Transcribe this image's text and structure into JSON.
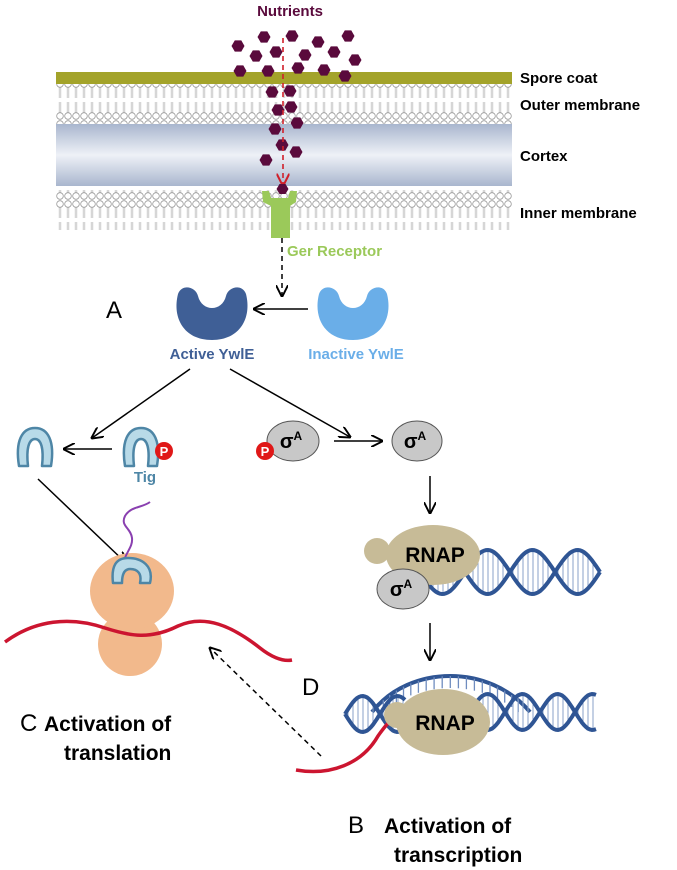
{
  "top": {
    "nutrients": "Nutrients",
    "layers": {
      "spore_coat": "Spore coat",
      "outer_membrane": "Outer membrane",
      "cortex": "Cortex",
      "inner_membrane": "Inner membrane"
    },
    "receptor": "Ger Receptor"
  },
  "kinase": {
    "panel_letter": "A",
    "active": "Active YwlE",
    "inactive": "Inactive YwlE"
  },
  "translation": {
    "tig": "Tig",
    "phospho": "P",
    "panel_letter": "C",
    "label_line1": "Activation of",
    "label_line2": "translation"
  },
  "transcription": {
    "sigma": "σ",
    "sigma_sup": "A",
    "phospho": "P",
    "rnap": "RNAP",
    "panel_letter": "B",
    "label_line1": "Activation of",
    "label_line2": "transcription"
  },
  "link": {
    "panel_letter": "D"
  },
  "colors": {
    "nutrient": "#5a0a3c",
    "spore_coat": "#a3a32a",
    "receptor": "#9bc95a",
    "active_ywle": "#3f5f96",
    "inactive_ywle": "#6aaee8",
    "tig": "#b8dae8",
    "phospho": "#e01818",
    "sigma": "#c8c8c8",
    "rnap": "#c7bb97",
    "dna": "#2f5594",
    "mrna": "#cc1530",
    "ribosome": "#f2b98c",
    "peptide": "#8a40b0"
  }
}
